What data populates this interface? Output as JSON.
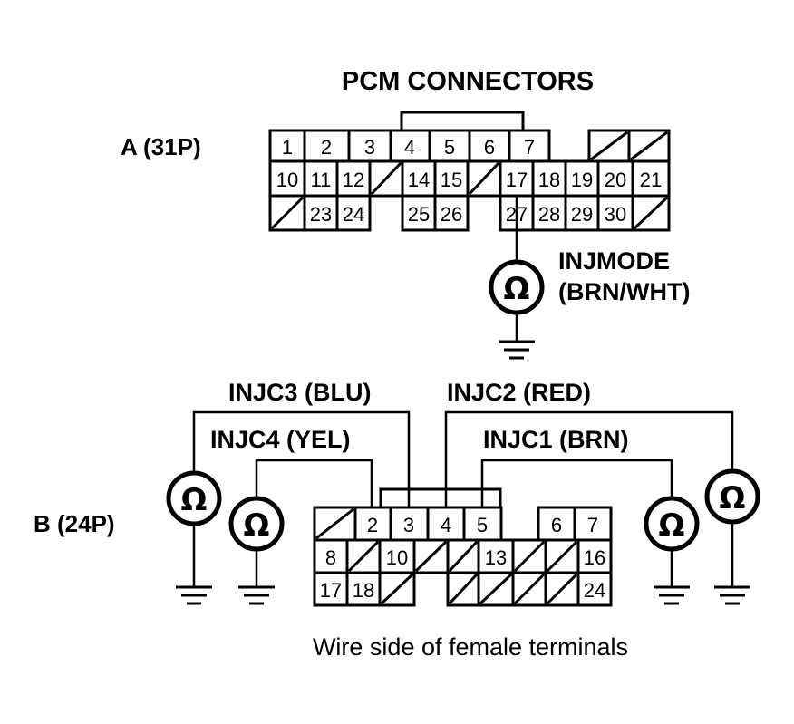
{
  "title": "PCM CONNECTORS",
  "connector_a": {
    "label": "A (31P)",
    "rows": [
      [
        "1",
        "2",
        "3",
        "4",
        "5",
        "6",
        "7",
        "",
        "/",
        "/"
      ],
      [
        "10",
        "11",
        "12",
        "/",
        "14",
        "15",
        "/",
        "17",
        "18",
        "19",
        "20",
        "21"
      ],
      [
        "/",
        "23",
        "24",
        "",
        "25",
        "26",
        "",
        "27",
        "28",
        "29",
        "30",
        "/"
      ]
    ]
  },
  "connector_b": {
    "label": "B (24P)",
    "rows": [
      [
        "/",
        "2",
        "3",
        "4",
        "5",
        "",
        "6",
        "7"
      ],
      [
        "8",
        "/",
        "10",
        "/",
        "/",
        "13",
        "/",
        "/",
        "16"
      ],
      [
        "17",
        "18",
        "/",
        "",
        "/",
        "/",
        "/",
        "/",
        "24"
      ]
    ]
  },
  "meters": {
    "injmode": {
      "line1": "INJMODE",
      "line2": "(BRN/WHT)",
      "symbol": "Ω"
    },
    "injc3": {
      "label": "INJC3 (BLU)",
      "symbol": "Ω"
    },
    "injc4": {
      "label": "INJC4 (YEL)",
      "symbol": "Ω"
    },
    "injc2": {
      "label": "INJC2 (RED)",
      "symbol": "Ω"
    },
    "injc1": {
      "label": "INJC1 (BRN)",
      "symbol": "Ω"
    }
  },
  "caption": "Wire side of female terminals",
  "icons": [
    "ohmmeter-icon",
    "ground-icon"
  ]
}
